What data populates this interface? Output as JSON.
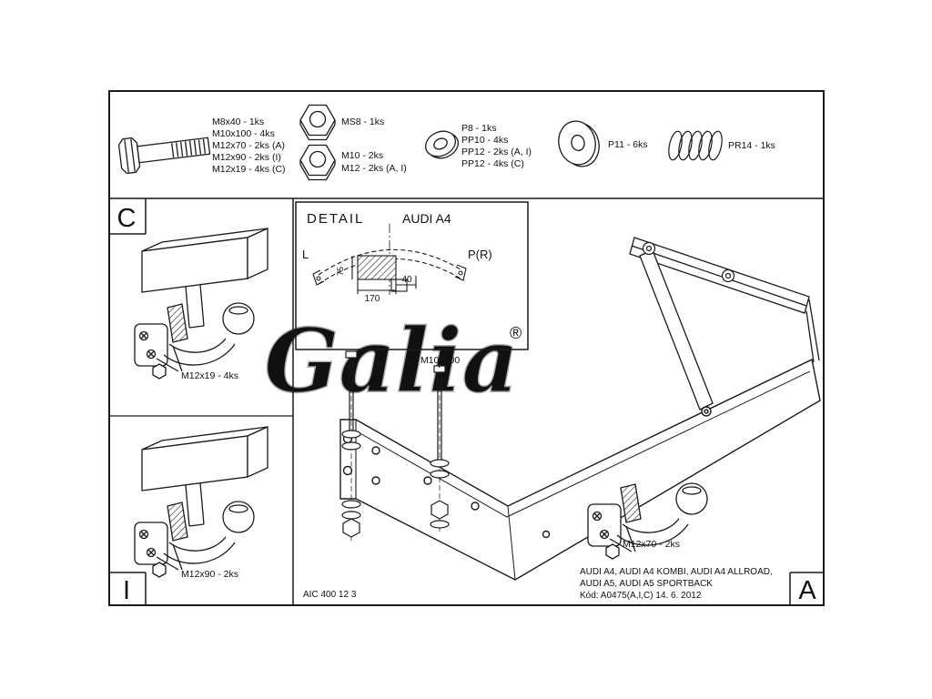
{
  "frame_letters": {
    "top_left": "C",
    "bottom_left": "I",
    "bottom_right": "A"
  },
  "parts": {
    "bolt_labels": [
      "M8x40 - 1ks",
      "M10x100 - 4ks",
      "M12x70 - 2ks (A)",
      "M12x90 - 2ks (I)",
      "M12x19 - 4ks (C)"
    ],
    "nut1_label": "MS8 - 1ks",
    "nut2_labels": [
      "M10 - 2ks",
      "M12 - 2ks (A, I)"
    ],
    "washer_labels": [
      "P8 - 1ks",
      "PP10 - 4ks",
      "PP12 - 2ks (A, I)",
      "PP12 - 4ks (C)"
    ],
    "big_washer_label": "P11 - 6ks",
    "spring_label": "PR14 - 1ks"
  },
  "detail": {
    "title": "DETAIL",
    "vehicle": "AUDI A4",
    "left": "L",
    "right": "P(R)",
    "dim_170": "170",
    "dim_40": "40",
    "dim_75": "75"
  },
  "callouts": {
    "variant_c": "M12x19 - 4ks",
    "variant_i": "M12x90 - 2ks",
    "bolt_main": "M10x100",
    "variant_a": "M12x70 - 2ks"
  },
  "footer": {
    "drawing_no": "AIC 400 12 3",
    "vehicles_line1": "AUDI A4, AUDI A4 KOMBI, AUDI A4 ALLROAD,",
    "vehicles_line2": "AUDI A5, AUDI A5 SPORTBACK",
    "code": "Kód: A0475(A,I,C)  14. 6. 2012"
  },
  "watermark": {
    "text": "Galia",
    "registered": "®"
  },
  "colors": {
    "line": "#1a1a1a",
    "watermark": "#a8a8a8",
    "background": "#ffffff"
  }
}
